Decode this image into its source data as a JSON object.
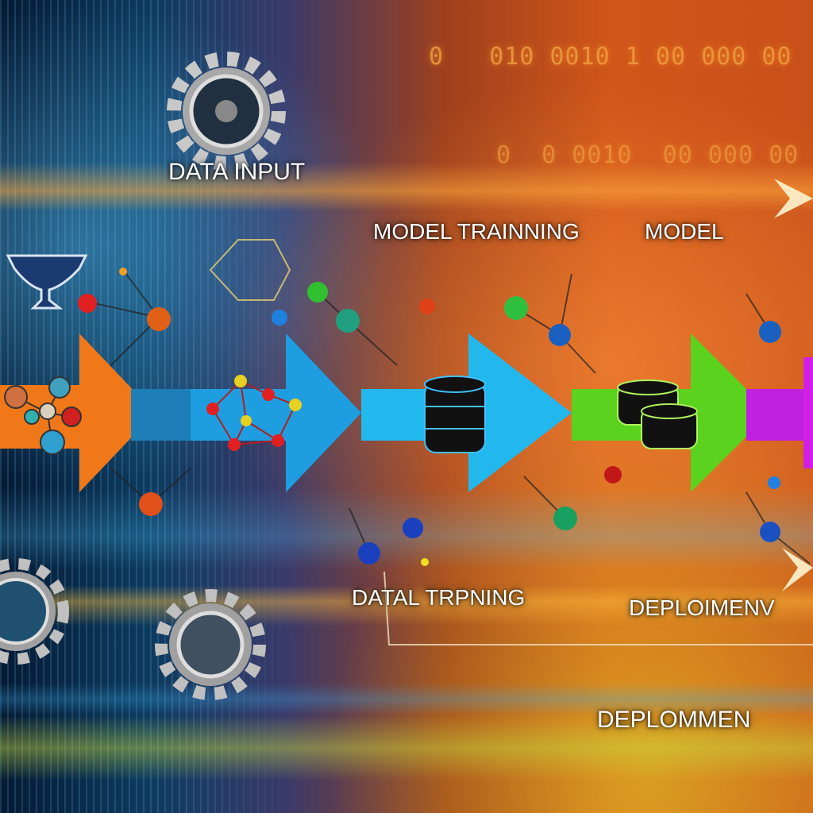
{
  "labels": {
    "data_input": "DATA INPUT",
    "model_training": "MODEL TRAINNING",
    "model": "MODEL",
    "data_training": "DATAL TRPNING",
    "deployment_1": "DEPLOIMENV",
    "deployment_2": "DEPLOMMEN"
  },
  "binary": {
    "row1": "0   010 0010 1 00 000 00",
    "row2": "0  0 0010  00 000 00"
  },
  "pipeline_stages": [
    {
      "color": "#f07818",
      "icon": "molecule-icon"
    },
    {
      "color": "#1e9ee0",
      "icon": "network-icon"
    },
    {
      "color": "#22b8ee",
      "icon": "database-icon"
    },
    {
      "color": "#5ad21e",
      "icon": "database-stack-icon"
    },
    {
      "color": "#c020e0",
      "icon": "arrow-icon"
    }
  ],
  "icons": [
    "gear-icon",
    "funnel-icon",
    "gear-icon"
  ]
}
